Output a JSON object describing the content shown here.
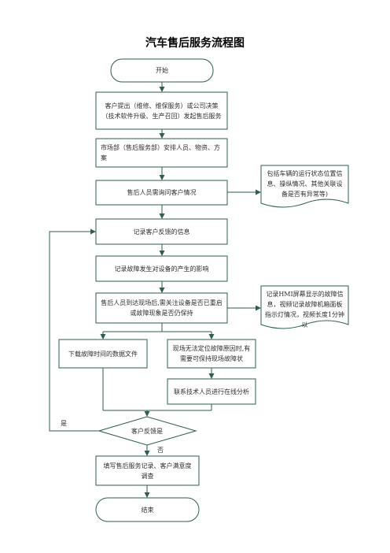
{
  "title": "汽车售后服务流程图",
  "colors": {
    "line": "#2e5e4e",
    "arrow": "#2e5e4e",
    "text": "#2d2d2d"
  },
  "nodes": {
    "start": "开始",
    "request": "客户提出（维修、维保服务）或公司决策（技术软件升级、生产召回）发起售后服务",
    "arrange": "市场部（售后服务部）安排人员、物资、方案",
    "inquire": "售后人员需询问客户情况",
    "record_feedback": "记录客户反馈的信息",
    "record_fault": "记录故障发生对设备的产生的影响",
    "onsite": "售后人员到达现场后,需关注设备是否已重启或故障现象是否仍保持",
    "download": "下载故障时间的数据文件",
    "keep_scene": "现场无法定位故障原因时,有需要可保持现场故障状",
    "contact_tech": "联系技术人员进行在线分析",
    "decision": "客户反馈是",
    "fill_record": "填写售后服务记录、客户满意度调查",
    "end": "结束"
  },
  "notes": {
    "vehicle_state": "包括车辆的运行状态位置信息、操纵情况、其他关联设备是否有异常等)",
    "hmi_record": "记录HMI屏幕显示的故障信息，视频记录故障机箱面板指示灯情况，视频长度1分钟以"
  },
  "labels": {
    "yes": "是",
    "no": "否"
  }
}
